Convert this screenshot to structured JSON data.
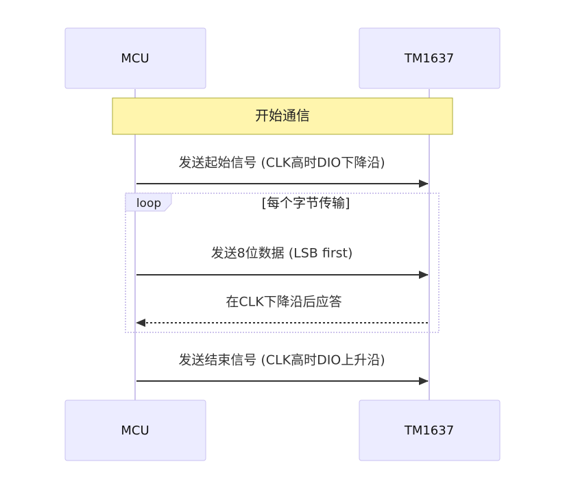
{
  "participants": [
    {
      "id": "mcu",
      "label": "MCU"
    },
    {
      "id": "tm",
      "label": "TM1637"
    }
  ],
  "note": {
    "text": "开始通信"
  },
  "messages": [
    {
      "text": "发送起始信号 (CLK高时DIO下降沿)",
      "from": "MCU",
      "to": "TM1637",
      "style": "solid"
    },
    {
      "text": "发送8位数据 (LSB first)",
      "from": "MCU",
      "to": "TM1637",
      "style": "solid"
    },
    {
      "text": "在CLK下降沿后应答",
      "from": "TM1637",
      "to": "MCU",
      "style": "dashed"
    },
    {
      "text": "发送结束信号 (CLK高时DIO上升沿)",
      "from": "MCU",
      "to": "TM1637",
      "style": "solid"
    }
  ],
  "loop": {
    "label": "loop",
    "condition": "[每个字节传输]"
  }
}
